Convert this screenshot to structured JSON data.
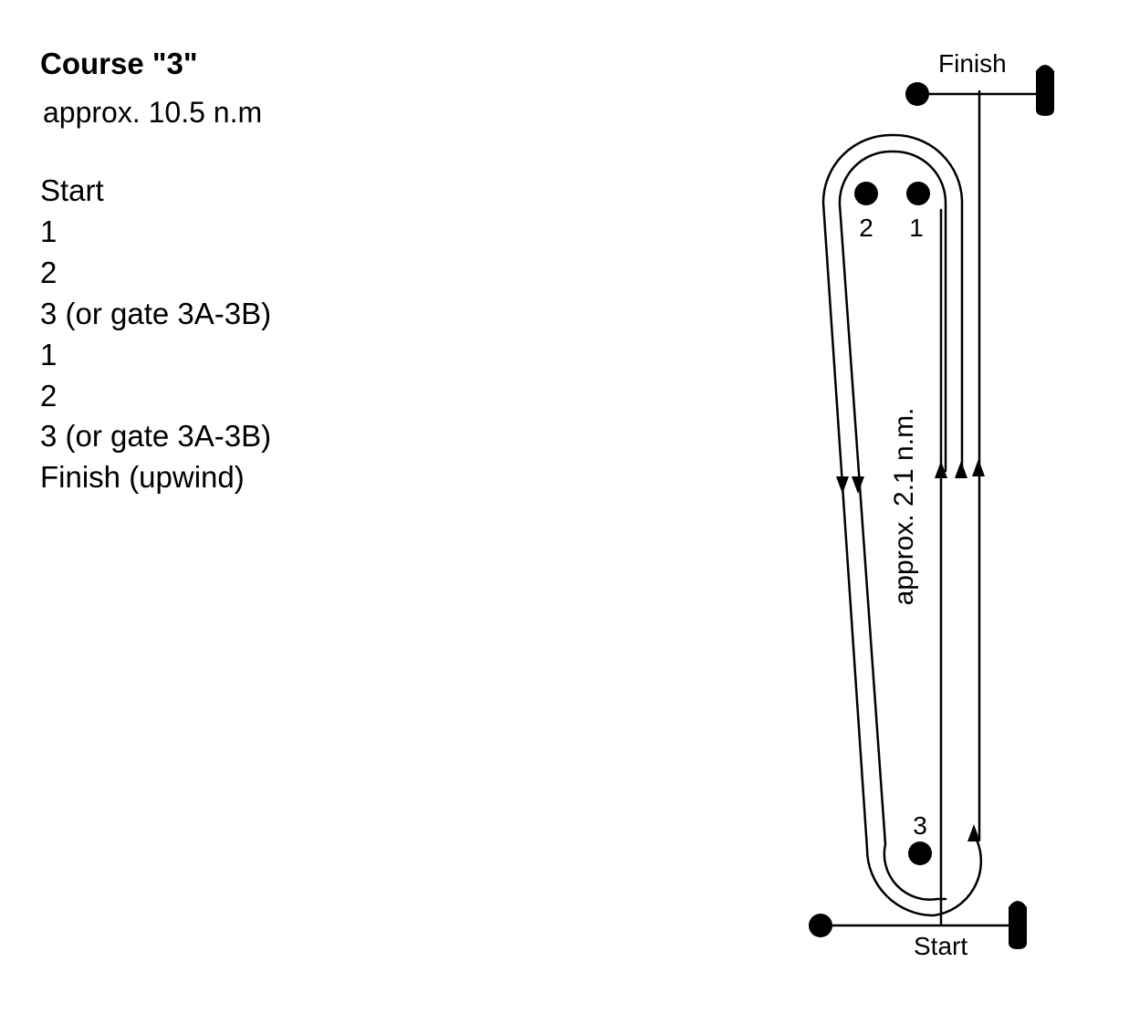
{
  "course": {
    "title": "Course \"3\"",
    "distance": "approx. 10.5 n.m"
  },
  "steps": [
    "Start",
    "1",
    "2",
    "3 (or gate 3A-3B)",
    "1",
    "2",
    "3 (or gate 3A-3B)",
    "Finish (upwind)"
  ],
  "diagram": {
    "finish_label": "Finish",
    "start_label": "Start",
    "mark_1_label": "1",
    "mark_2_label": "2",
    "mark_3_label": "3",
    "leg_length_label": "approx. 2.1 n.m."
  }
}
